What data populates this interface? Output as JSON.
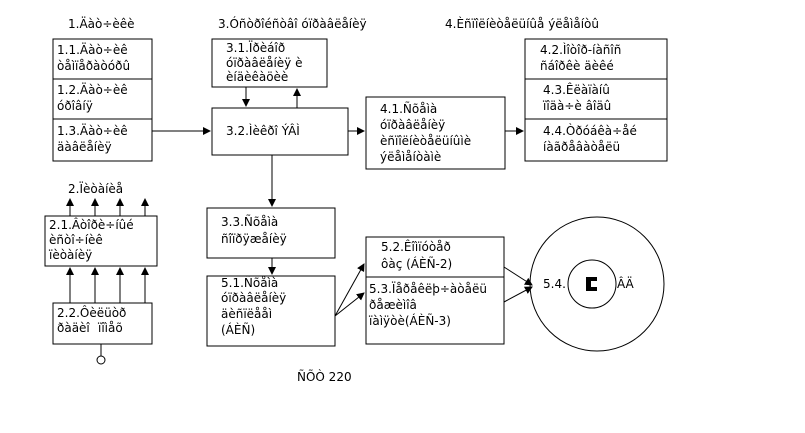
{
  "headings": {
    "col1": "1.Äàò÷èêè",
    "col2": "3.Óñòðîéñòâî óïðàâëåíèÿ",
    "col3": "4.Èñïîëíèòåëüíûå ýëåìåíòû",
    "sensors": "2.Ïèòàíèå"
  },
  "boxes": {
    "b11": [
      "1.1.Äàò÷èê",
      "òåìïåðàòóðû"
    ],
    "b12": [
      "1.2.Äàò÷èê",
      "óðîâíÿ"
    ],
    "b13": [
      "1.3.Äàò÷èê",
      "äàâëåíèÿ"
    ],
    "b31": [
      "3.1.Ïðèáîð",
      "óïðàâëåíèÿ è",
      "èíäèêàöèè"
    ],
    "b32": [
      "3.2.Ìèêðî ÝÂÌ"
    ],
    "b41": [
      "4.1.Ñõåìà",
      "óïðàâëåíèÿ",
      "èñïîëíèòåëüíûìè",
      "ýëåìåíòàìè"
    ],
    "b42": [
      "4.2.Ìîòîð-íàñîñ",
      "ñáîðêè äèêé"
    ],
    "b43": [
      "4.3.Êëàïàíû",
      "ïîäà÷è âîäû"
    ],
    "b44": [
      "4.4.Òðóáêà÷åé",
      "íàãðåâàòåëü"
    ],
    "b21": [
      "2.1.Âòîðè÷íûé",
      "èñòî÷íèê",
      "ïèòàíèÿ"
    ],
    "b22": [
      "2.2.Ôèëüòð",
      "ðàäèî",
      "ïîìåõ"
    ],
    "b33": [
      "3.3.Ñõåìà",
      "ñîïðÿæåíèÿ"
    ],
    "b51": [
      "5.1.Ñõåìà",
      "óïðàâëåíèÿ",
      "äèñïëååì",
      "(ÁÈÑ)"
    ],
    "b52": [
      "5.2.Êîìïóòåð",
      "ôàç (ÁÈÑ-2)"
    ],
    "b53": [
      "5.3.Ïåðåêëþ÷àòåëü",
      "ðåæèìîâ",
      "ïàìÿòè(ÁÈÑ-3)"
    ]
  },
  "display": {
    "label": "5.4.",
    "suffix": "ÂÄ"
  },
  "caption": "ÑÕÒ 220"
}
